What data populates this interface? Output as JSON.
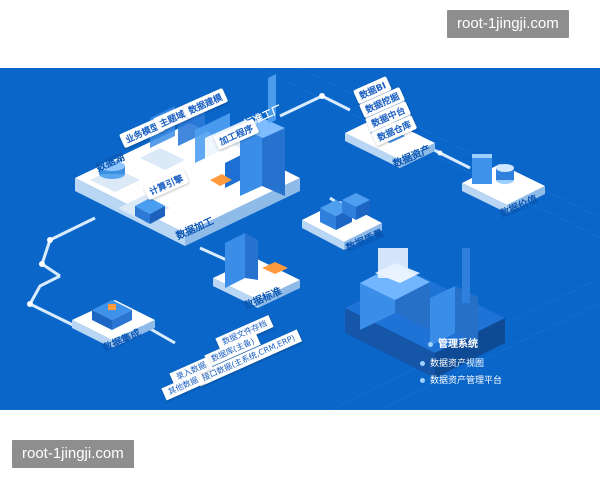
{
  "watermark": {
    "top": "root-1jingji.com",
    "bottom": "root-1jingji.com"
  },
  "platforms": {
    "data_lake": "数据湖",
    "data_processing": "数据加工",
    "data_factory": "标准工厂",
    "data_assets": "数据资产",
    "data_quality": "数据质量",
    "data_standards": "数据标准",
    "data_integration": "数据集成",
    "data_value": "数据价值"
  },
  "tags": {
    "business_model": "业务模型",
    "topic_domain": "主题域",
    "data_modeling": "数据建模",
    "processing_procedure": "加工程序",
    "computing_engine": "计算引擎",
    "data_bi": "数据BI",
    "data_mining": "数据挖掘",
    "data_midplatform": "数据中台",
    "data_warehouse": "数据仓库"
  },
  "sources": [
    "数据文件存档",
    "数据库(主备)",
    "接口数据(主系统,CRM,ERP)",
    "录入数据",
    "其他数据"
  ],
  "management": {
    "title": "管理系统",
    "items": [
      "数据资产视图",
      "数据资产管理平台"
    ]
  },
  "colors": {
    "background": "#0a66c8",
    "platform_top": "#ffffff",
    "accent": "#2b8cff"
  }
}
